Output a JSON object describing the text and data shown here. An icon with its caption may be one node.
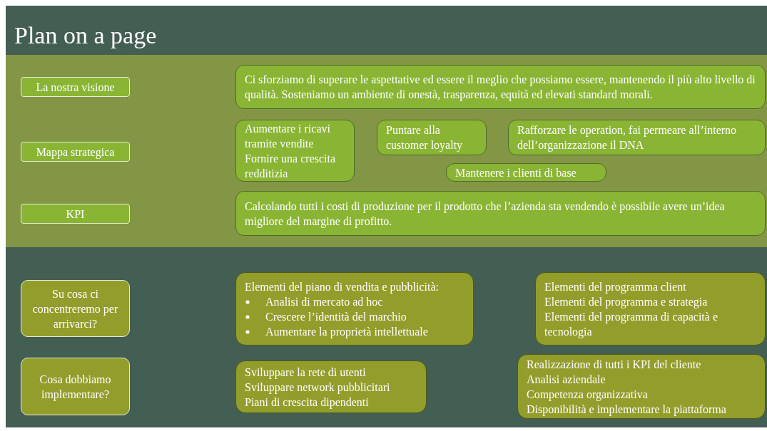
{
  "diagram": {
    "title": "Plan on a page",
    "nodes": [
      {
        "text": [
          "La nostra visione"
        ]
      },
      {
        "text": [
          "Ci sforziamo di superare le aspettative ed essere il meglio che possiamo essere, mantenendo il più alto livello di qualità. Sosteniamo un ambiente di onestà, trasparenza, equità ed elevati standard morali."
        ]
      },
      {
        "text": [
          "Aumentare i ricavi tramite vendite",
          "Fornire una crescita redditizia"
        ]
      },
      {
        "text": [
          "Puntare alla customer loyalty"
        ]
      },
      {
        "text": [
          "Rafforzare le operation, fai permeare all’interno dell’organizzazione il DNA"
        ]
      },
      {
        "text": [
          "Mappa strategica"
        ]
      },
      {
        "text": [
          "Mantenere i clienti di base"
        ]
      },
      {
        "text": [
          "KPI"
        ]
      },
      {
        "text": [
          "Calcolando tutti i costi di produzione per il prodotto che l’azienda sta vendendo è possibile avere un’idea migliore del margine di profitto."
        ]
      },
      {
        "text": [
          "Elementi del piano di vendita e pubblicità:",
          "Analisi di mercato ad hoc",
          "Crescere l’identità del marchio",
          "Aumentare la proprietà intellettuale"
        ]
      },
      {
        "text": [
          "Elementi del programma client",
          "Elementi del programma e strategia",
          "Elementi del programma di capacità e tecnologia"
        ]
      },
      {
        "text": [
          "Su cosa ci concentreremo per arrivarci?"
        ]
      },
      {
        "text": [
          "Realizzazione di tutti i KPI del cliente",
          "Analisi aziendale",
          "Competenza organizzativa",
          "Disponibilità e implementare la piattaforma"
        ]
      },
      {
        "text": [
          "Cosa dobbiamo implementare?"
        ]
      },
      {
        "text": [
          "Sviluppare la rete di utenti",
          "Sviluppare network pubblicitari",
          "Piani di crescita dipendenti"
        ]
      }
    ]
  }
}
